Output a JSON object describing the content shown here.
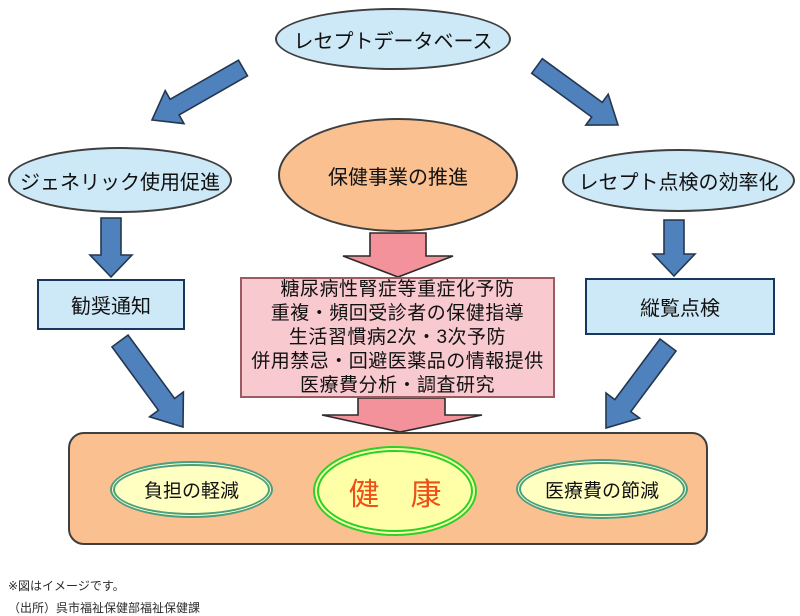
{
  "diagram": {
    "top_node": {
      "label": "レセプトデータベース"
    },
    "branches": {
      "left": {
        "ellipse_label": "ジェネリック使用促進",
        "box_label": "勧奨通知"
      },
      "center": {
        "ellipse_label": "保健事業の推進",
        "box_lines": [
          "糖尿病性腎症等重症化予防",
          "重複・頻回受診者の保健指導",
          "生活習慣病2次・3次予防",
          "併用禁忌・回避医薬品の情報提供",
          "医療費分析・調査研究"
        ]
      },
      "right": {
        "ellipse_label": "レセプト点検の効率化",
        "box_label": "縦覧点検"
      }
    },
    "outcomes": {
      "left": "負担の軽減",
      "center": "健　康",
      "right": "医療費の節減"
    }
  },
  "footnotes": {
    "note": "※図はイメージです。",
    "source": "（出所）呉市福祉保健部福祉保健課"
  },
  "colors": {
    "light_blue_fill": "#cde8f6",
    "orange_fill": "#fac090",
    "pink_box_fill": "#f8c9cf",
    "pale_yellow_fill": "#ffffc2",
    "arrow_blue": "#4f81bd",
    "arrow_blue_border": "#24374f",
    "arrow_pink": "#f4929c",
    "arrow_pink_border": "#2b2b2b",
    "health_text": "#ee5019",
    "bright_green_border": "#29d129",
    "teal_green_border": "#4a9e82"
  }
}
